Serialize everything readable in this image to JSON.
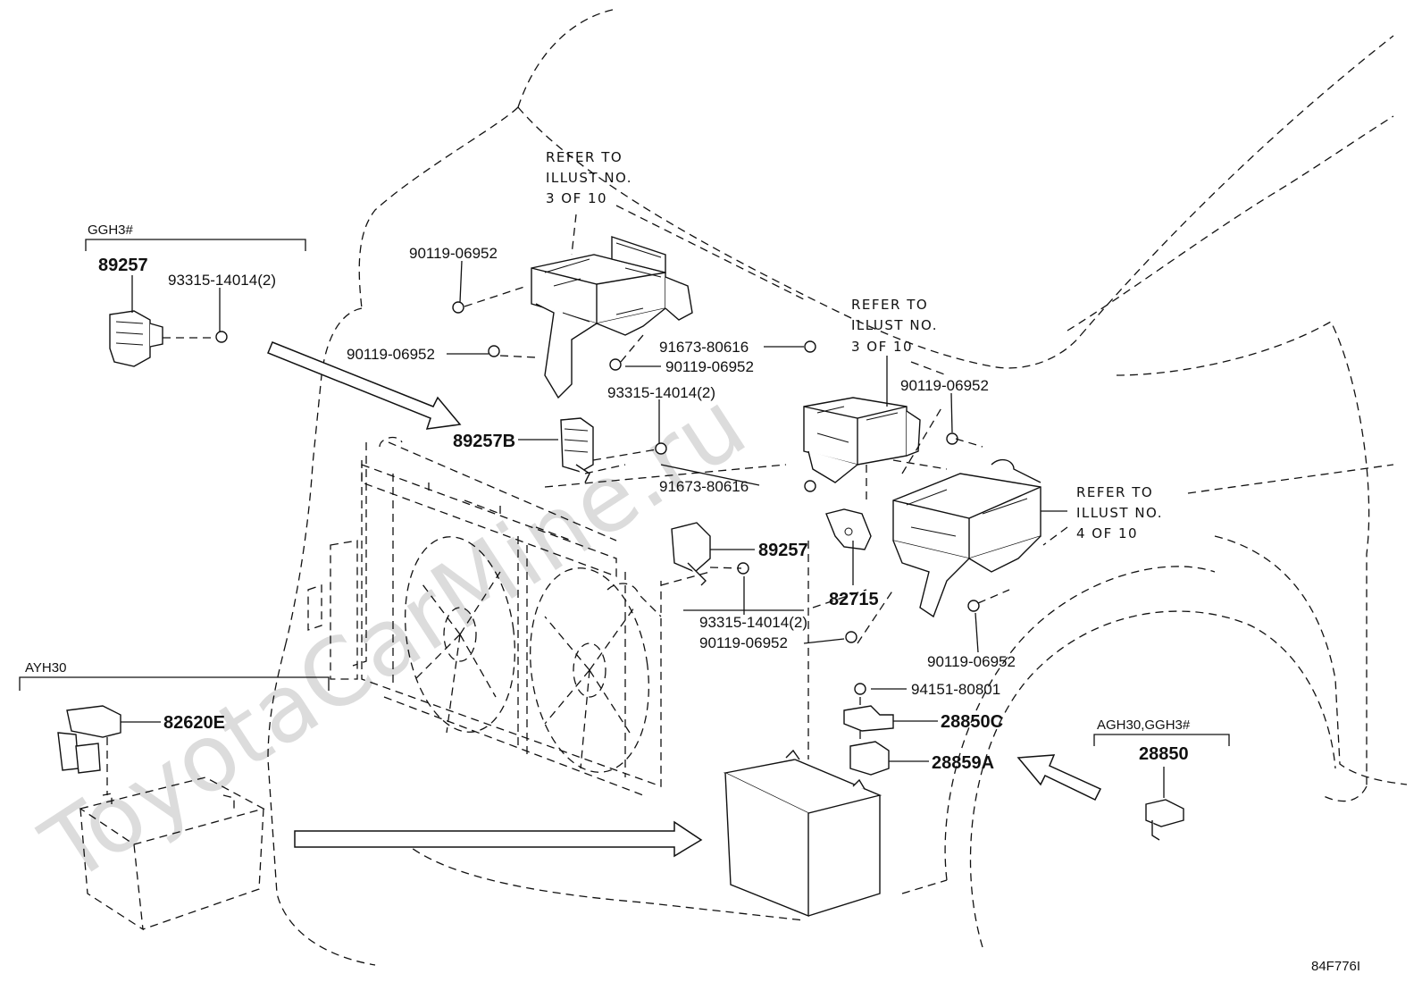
{
  "watermark": "ToyotaCarMine.ru",
  "figure_code": "84F776I",
  "groups": {
    "ggh3": "GGH3#",
    "ayh30": "AYH30",
    "agh30_ggh3": "AGH30,GGH3#"
  },
  "refer_notes": [
    {
      "line1": "REFER TO",
      "line2": "ILLUST NO.",
      "line3": "3 OF 10"
    },
    {
      "line1": "REFER TO",
      "line2": "ILLUST NO.",
      "line3": "3 OF 10"
    },
    {
      "line1": "REFER TO",
      "line2": "ILLUST NO.",
      "line3": "4 OF 10"
    }
  ],
  "parts": {
    "p89257_left": "89257",
    "p93315_left": "93315-14014(2)",
    "p90119_a": "90119-06952",
    "p90119_b": "90119-06952",
    "p91673_a": "91673-80616",
    "p90119_c": "90119-06952",
    "p93315_mid": "93315-14014(2)",
    "p89257b": "89257B",
    "p91673_b": "91673-80616",
    "p90119_right": "90119-06952",
    "p89257_mid": "89257",
    "p82715": "82715",
    "p93315_low": "93315-14014(2)",
    "p90119_low": "90119-06952",
    "p90119_far": "90119-06952",
    "p94151": "94151-80801",
    "p28850c": "28850C",
    "p28859a": "28859A",
    "p28850": "28850",
    "p82620e": "82620E"
  }
}
